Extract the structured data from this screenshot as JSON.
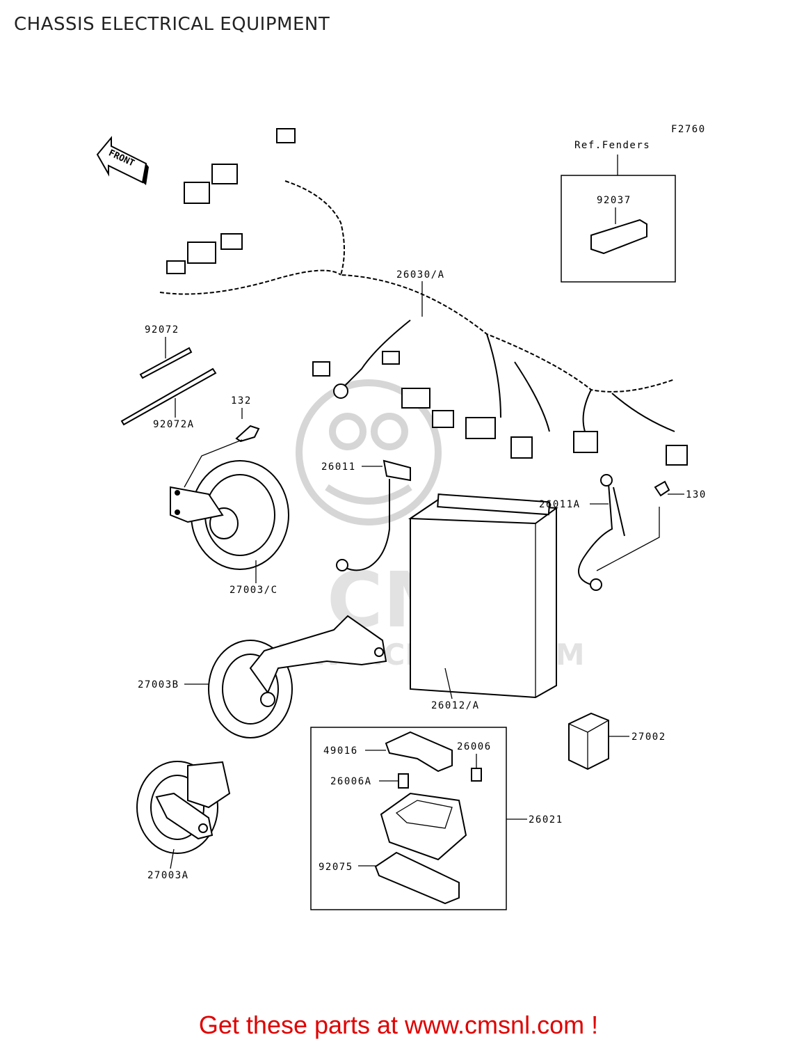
{
  "page": {
    "title": "CHASSIS ELECTRICAL EQUIPMENT",
    "figure_code": "F2760",
    "front_label": "FRONT",
    "footer_cta": "Get these parts at www.cmsnl.com !",
    "watermark": {
      "logo": "CMS",
      "url": "WWW.CMSNL.COM"
    }
  },
  "reference": {
    "label": "Ref.Fenders",
    "part": "92037"
  },
  "parts": {
    "p26030A": "26030/A",
    "p92072": "92072",
    "p92072A": "92072A",
    "p132": "132",
    "p26011": "26011",
    "p26011A": "26011A",
    "p130": "130",
    "p27003C": "27003/C",
    "p27003B": "27003B",
    "p26012A": "26012/A",
    "p27002": "27002",
    "p49016": "49016",
    "p26006": "26006",
    "p26006A": "26006A",
    "p26021": "26021",
    "p92075": "92075",
    "p27003A": "27003A"
  },
  "colors": {
    "cta": "#e00000",
    "watermark": "#d6d6d6",
    "ink": "#000000"
  }
}
